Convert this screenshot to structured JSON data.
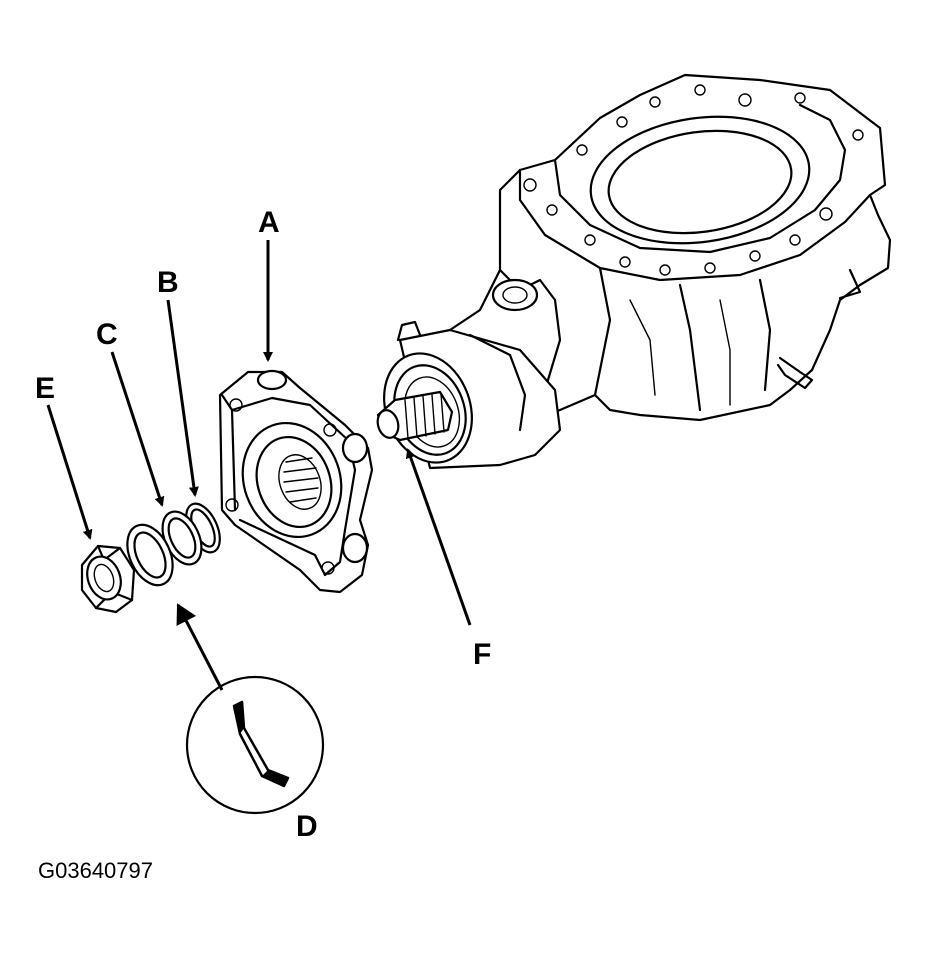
{
  "labels": {
    "A": "A",
    "B": "B",
    "C": "C",
    "D": "D",
    "E": "E",
    "F": "F"
  },
  "figure_id": "G03640797",
  "icons": {
    "transfer_case": "transfer-case-housing",
    "flange": "flange-adapter",
    "o_ring": "o-ring",
    "seal": "seal-ring",
    "nut": "lock-nut",
    "detail": "seal-lip-detail",
    "shaft": "output-shaft"
  },
  "colors": {
    "ink": "#000000",
    "paper": "#ffffff"
  }
}
